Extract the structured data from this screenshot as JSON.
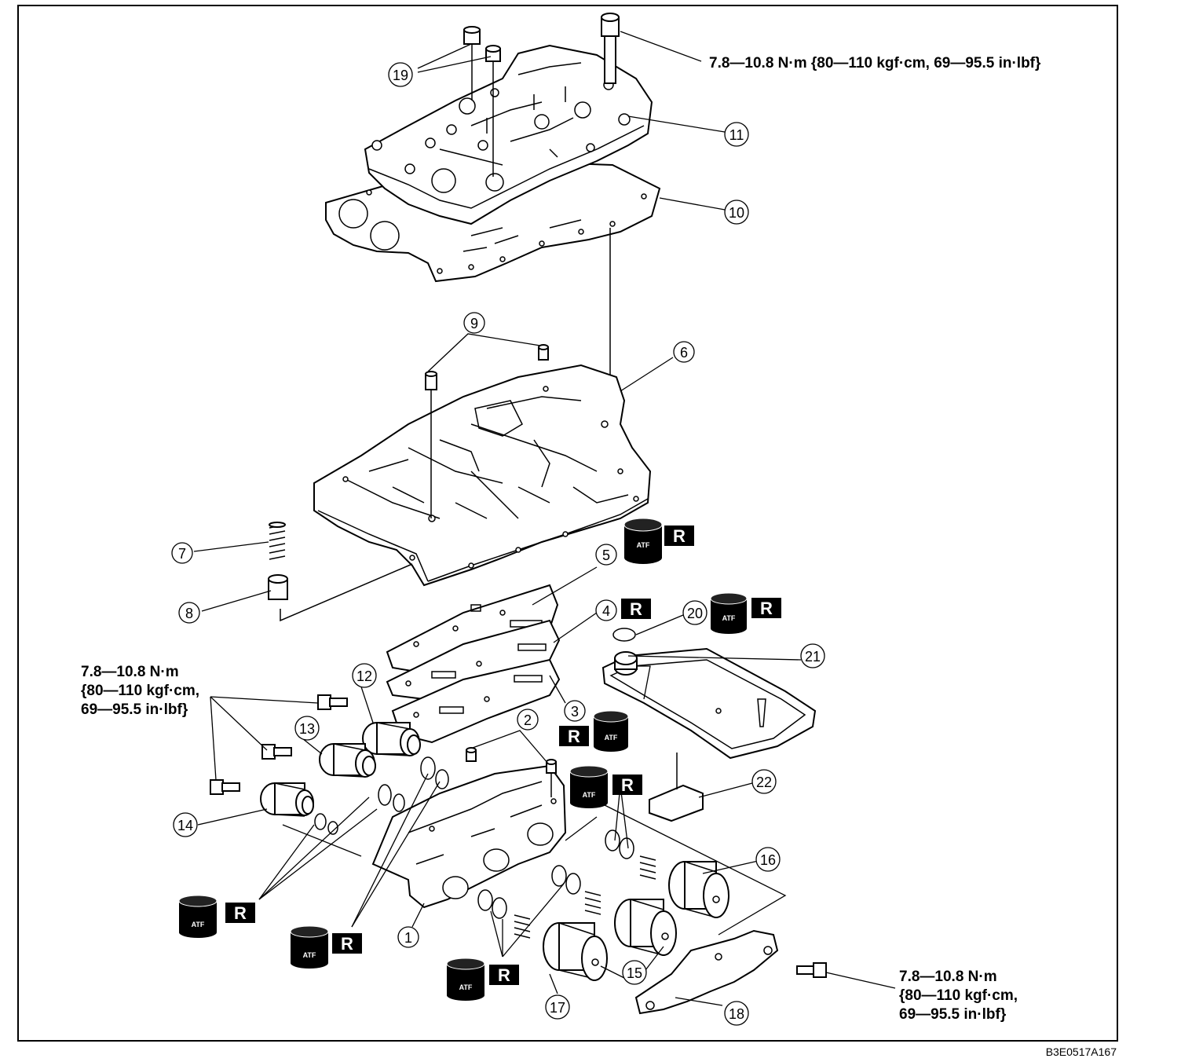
{
  "torque_labels": {
    "top": "7.8—10.8 N·m {80—110 kgf·cm, 69—95.5 in·lbf}",
    "left_line1": "7.8—10.8 N·m",
    "left_line2": "{80—110 kgf·cm,",
    "left_line3": "69—95.5 in·lbf}",
    "right_line1": "7.8—10.8 N·m",
    "right_line2": "{80—110 kgf·cm,",
    "right_line3": "69—95.5 in·lbf}"
  },
  "symbols": {
    "atf": "ATF",
    "replace": "R"
  },
  "callouts": [
    "1",
    "2",
    "3",
    "4",
    "5",
    "6",
    "7",
    "8",
    "9",
    "10",
    "11",
    "12",
    "13",
    "14",
    "15",
    "16",
    "17",
    "18",
    "19",
    "20",
    "21",
    "22"
  ],
  "reference_code": "B3E0517A167"
}
